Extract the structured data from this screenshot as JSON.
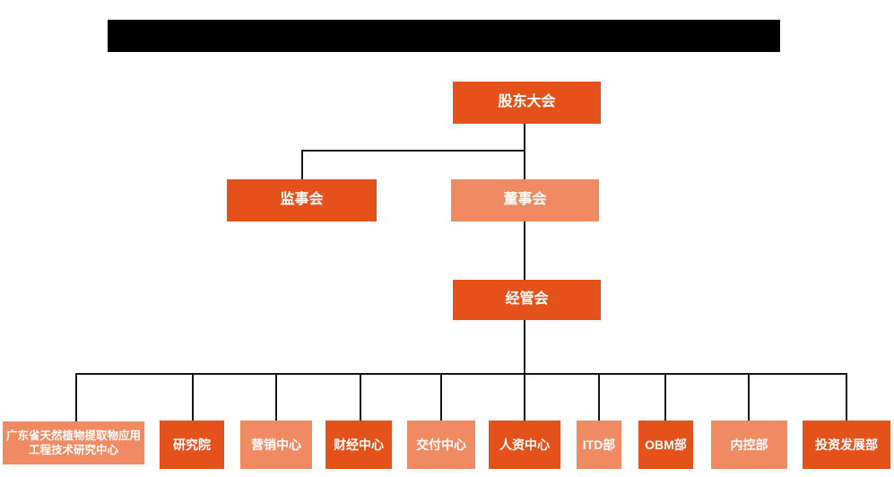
{
  "colors": {
    "solid_orange": "#E5511B",
    "light_orange": "#F08A63",
    "line_color": "#151515",
    "redacted_color": "#000000",
    "page_bg": "#ffffff"
  },
  "org": {
    "root": {
      "label": "股东大会"
    },
    "level2": [
      {
        "label": "监事会",
        "variant": "solid"
      },
      {
        "label": "董事会",
        "variant": "light"
      }
    ],
    "level3": {
      "label": "经管会"
    },
    "departments": [
      {
        "label": "广东省天然植物提取物应用工程技术研究中心",
        "variant": "light"
      },
      {
        "label": "研究院",
        "variant": "solid"
      },
      {
        "label": "营销中心",
        "variant": "light"
      },
      {
        "label": "财经中心",
        "variant": "solid"
      },
      {
        "label": "交付中心",
        "variant": "light"
      },
      {
        "label": "人资中心",
        "variant": "solid"
      },
      {
        "label": "ITD部",
        "variant": "light"
      },
      {
        "label": "OBM部",
        "variant": "solid"
      },
      {
        "label": "内控部",
        "variant": "light"
      },
      {
        "label": "投资发展部",
        "variant": "solid"
      }
    ]
  }
}
